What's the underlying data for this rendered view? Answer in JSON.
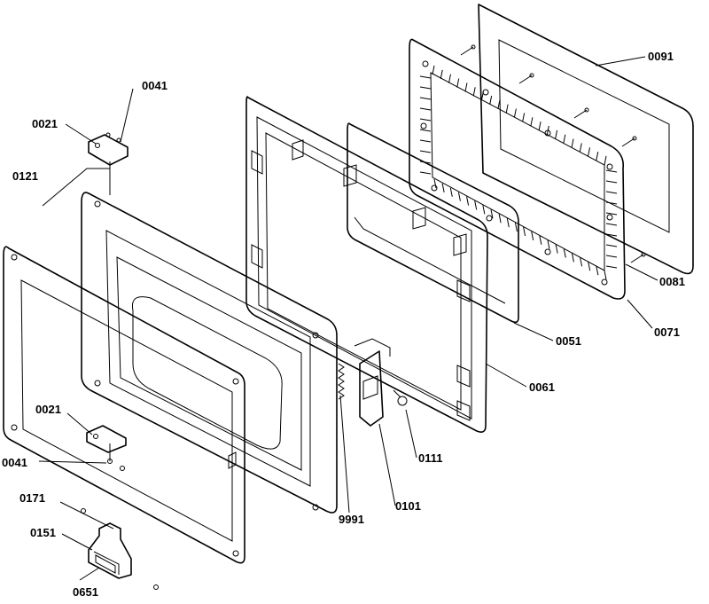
{
  "diagram": {
    "callouts": [
      {
        "key": "c0091",
        "text": "0091"
      },
      {
        "key": "c0081",
        "text": "0081"
      },
      {
        "key": "c0071",
        "text": "0071"
      },
      {
        "key": "c0051",
        "text": "0051"
      },
      {
        "key": "c0061",
        "text": "0061"
      },
      {
        "key": "c0111",
        "text": "0111"
      },
      {
        "key": "c0101",
        "text": "0101"
      },
      {
        "key": "c9991",
        "text": "9991"
      },
      {
        "key": "c0041a",
        "text": "0041"
      },
      {
        "key": "c0021a",
        "text": "0021"
      },
      {
        "key": "c0121",
        "text": "0121"
      },
      {
        "key": "c0021b",
        "text": "0021"
      },
      {
        "key": "c0041b",
        "text": "0041"
      },
      {
        "key": "c0171",
        "text": "0171"
      },
      {
        "key": "c0151",
        "text": "0151"
      },
      {
        "key": "c0651",
        "text": "0651"
      }
    ]
  }
}
